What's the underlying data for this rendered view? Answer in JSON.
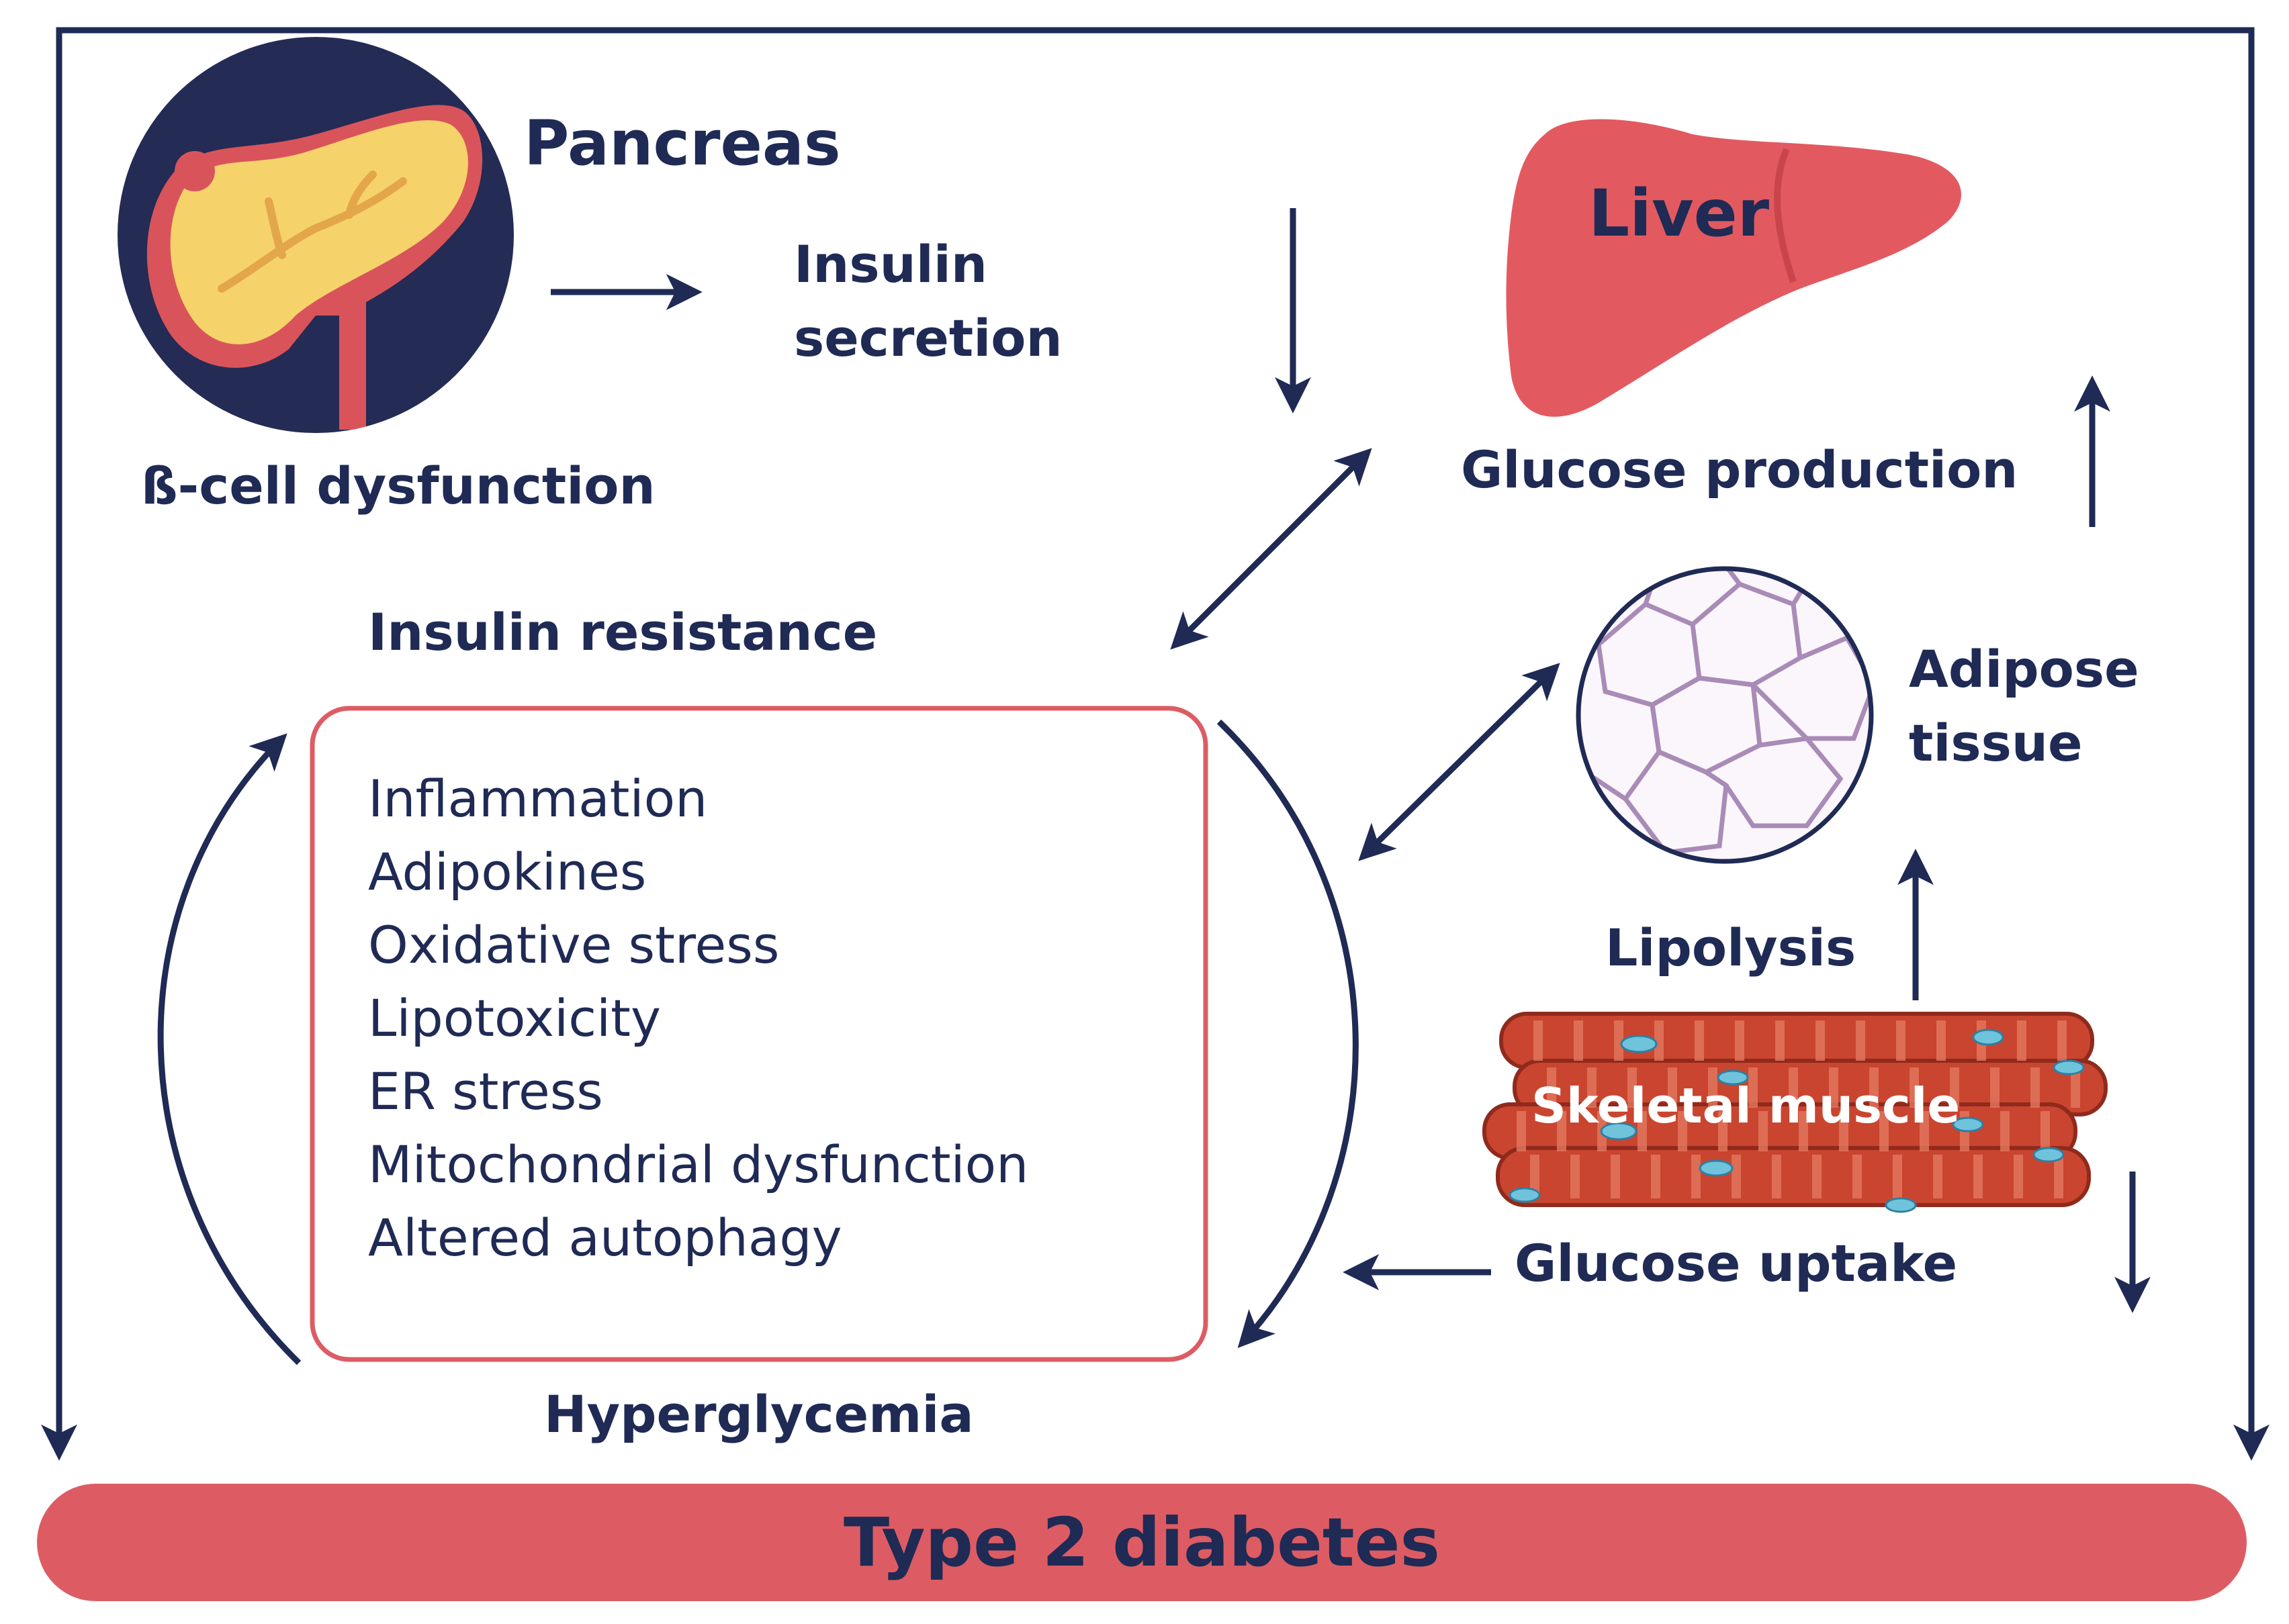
{
  "labels": {
    "pancreas": "Pancreas",
    "insulin_secretion_line1": "Insulin",
    "insulin_secretion_line2": "secretion",
    "beta_cell": "ß-cell dysfunction",
    "liver": "Liver",
    "glucose_production": "Glucose production",
    "insulin_resistance": "Insulin resistance",
    "adipose_line1": "Adipose",
    "adipose_line2": "tissue",
    "lipolysis": "Lipolysis",
    "skeletal_muscle": "Skeletal muscle",
    "glucose_uptake": "Glucose uptake",
    "hyperglycemia": "Hyperglycemia"
  },
  "factors": [
    "Inflammation",
    "Adipokines",
    "Oxidative stress",
    "Lipotoxicity",
    "ER stress",
    "Mitochondrial dysfunction",
    "Altered autophagy"
  ],
  "banner": "Type 2 diabetes",
  "colors": {
    "navy": "#1f2a55",
    "coral": "#dd5c63",
    "pancreas_yellow": "#f6d26b",
    "liver_red": "#e25a60",
    "muscle_red": "#c9452f"
  },
  "icons": [
    "pancreas-icon",
    "liver-icon",
    "adipose-tissue-icon",
    "skeletal-muscle-icon"
  ]
}
